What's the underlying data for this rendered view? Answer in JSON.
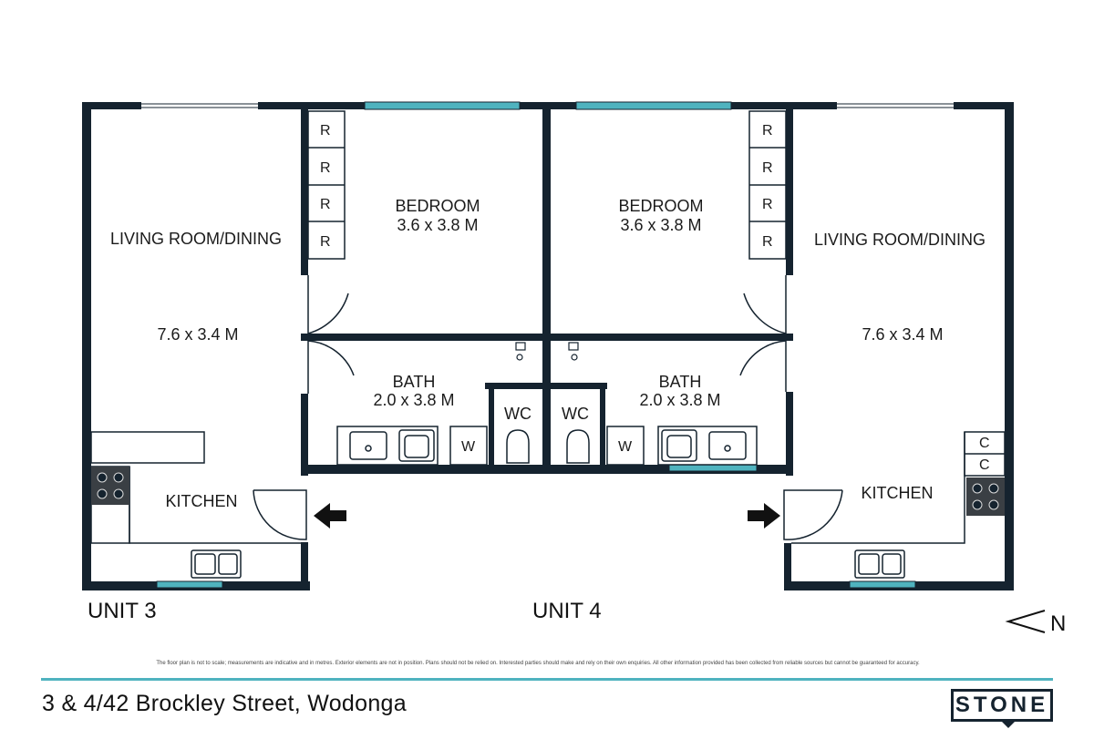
{
  "rooms": {
    "unit3_living": {
      "name": "LIVING ROOM/DINING",
      "size": "7.6 x 3.4 M"
    },
    "unit3_bedroom": {
      "name": "BEDROOM",
      "size": "3.6 x 3.8 M"
    },
    "unit3_bath": {
      "name": "BATH",
      "size": "2.0 x 3.8 M"
    },
    "unit3_wc": "WC",
    "unit3_kitchen": "KITCHEN",
    "unit4_living": {
      "name": "LIVING ROOM/DINING",
      "size": "7.6 x 3.4 M"
    },
    "unit4_bedroom": {
      "name": "BEDROOM",
      "size": "3.6 x 3.8 M"
    },
    "unit4_bath": {
      "name": "BATH",
      "size": "2.0 x 3.8 M"
    },
    "unit4_wc": "WC",
    "unit4_kitchen": "KITCHEN"
  },
  "fixtures": {
    "robe": "R",
    "washer": "W",
    "cupboard": "C"
  },
  "units": {
    "unit3": "UNIT 3",
    "unit4": "UNIT 4"
  },
  "compass": "N",
  "disclaimer": "The floor plan is not to scale; measurements are indicative and in metres. Exterior elements are not in position. Plans should not be relied on. Interested parties should make and rely on their own enquiries. All other information provided has been collected from reliable sources but cannot be guaranteed for accuracy.",
  "address": "3 & 4/42 Brockley Street, Wodonga",
  "logo": "STONE",
  "colors": {
    "wall": "#15232f",
    "window": "#4fb3bf",
    "accent_rule": "#4fb3bf"
  },
  "icons": [
    "door-swing-icon",
    "entry-arrow-icon",
    "cooktop-icon",
    "sink-icon",
    "toilet-icon",
    "north-arrow-icon"
  ]
}
